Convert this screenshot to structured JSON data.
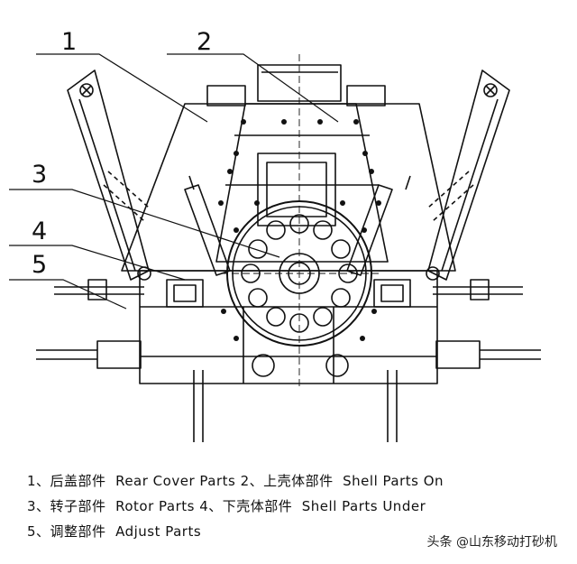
{
  "callouts": [
    "1",
    "2",
    "3",
    "4",
    "5"
  ],
  "legend": {
    "line1": "1、后盖部件  Rear Cover Parts 2、上壳体部件  Shell Parts On",
    "line2": "3、转子部件  Rotor Parts 4、下壳体部件  Shell Parts Under",
    "line3": "5、调整部件  Adjust Parts"
  },
  "watermark": "头条 @山东移动打砂机"
}
